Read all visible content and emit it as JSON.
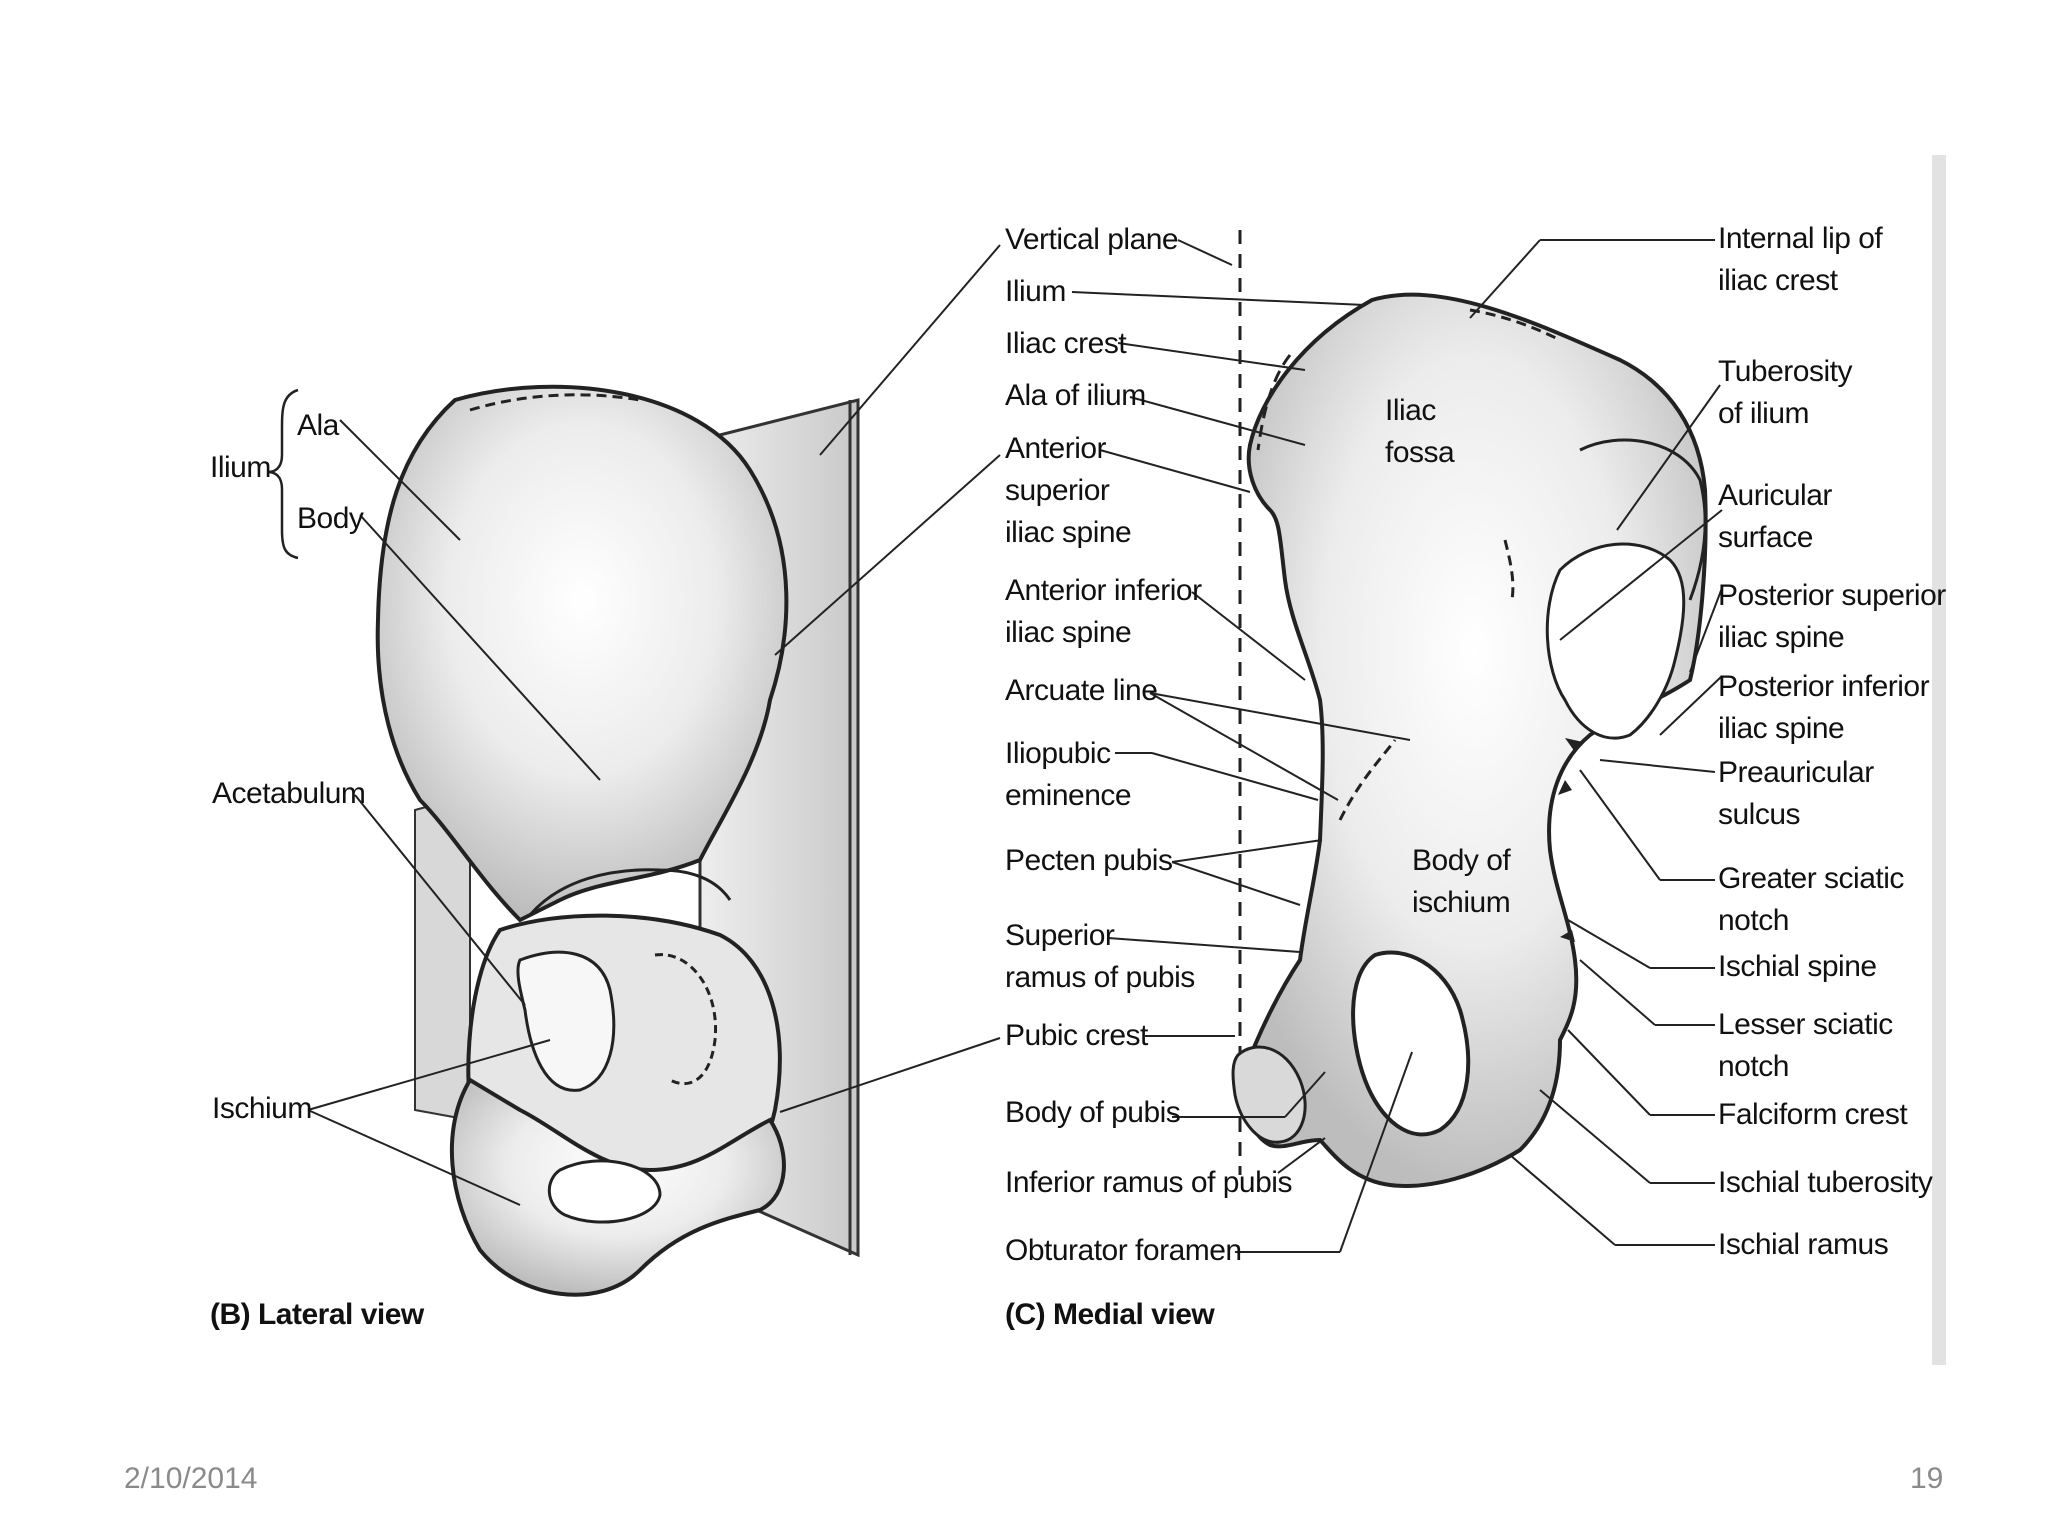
{
  "footer": {
    "date": "2/10/2014",
    "page": "19"
  },
  "lateral": {
    "caption": "(B) Lateral view",
    "ilium": "Ilium",
    "ala": "Ala",
    "body": "Body",
    "acetabulum": "Acetabulum",
    "ischium": "Ischium"
  },
  "medial": {
    "caption": "(C) Medial view",
    "iliac_fossa": [
      "Iliac",
      "fossa"
    ],
    "body_of_ischium": [
      "Body of",
      "ischium"
    ],
    "left_labels": {
      "vertical_plane": [
        "Vertical plane"
      ],
      "ilium": [
        "Ilium"
      ],
      "iliac_crest": [
        "Iliac crest"
      ],
      "ala_of_ilium": [
        "Ala of ilium"
      ],
      "asis": [
        "Anterior",
        "superior",
        "iliac spine"
      ],
      "aiis": [
        "Anterior inferior",
        "iliac spine"
      ],
      "arcuate_line": [
        "Arcuate line"
      ],
      "iliopubic": [
        "Iliopubic",
        "eminence"
      ],
      "pecten": [
        "Pecten pubis"
      ],
      "sup_ramus": [
        "Superior",
        "ramus of pubis"
      ],
      "pubic_crest": [
        "Pubic crest"
      ],
      "body_pubis": [
        "Body of pubis"
      ],
      "inf_ramus": [
        "Inferior ramus of pubis"
      ],
      "obturator": [
        "Obturator foramen"
      ]
    },
    "right_labels": {
      "internal_lip": [
        "Internal lip of",
        "iliac crest"
      ],
      "tuberosity": [
        "Tuberosity",
        "of ilium"
      ],
      "auricular": [
        "Auricular",
        "surface"
      ],
      "psis": [
        "Posterior superior",
        "iliac spine"
      ],
      "piis": [
        "Posterior inferior",
        "iliac spine"
      ],
      "preauricular": [
        "Preauricular",
        "sulcus"
      ],
      "greater_sciatic": [
        "Greater sciatic",
        "notch"
      ],
      "ischial_spine": [
        "Ischial spine"
      ],
      "lesser_sciatic": [
        "Lesser sciatic",
        "notch"
      ],
      "falciform": [
        "Falciform crest"
      ],
      "ischial_tuberosity": [
        "Ischial tuberosity"
      ],
      "ischial_ramus": [
        "Ischial ramus"
      ]
    }
  }
}
